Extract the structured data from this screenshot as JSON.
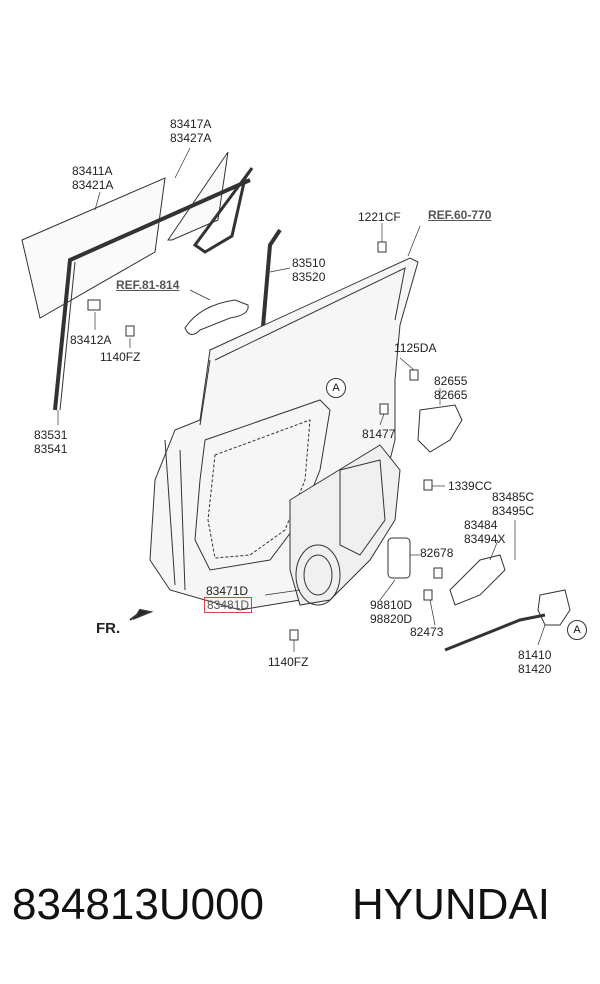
{
  "labels": {
    "p83417a": [
      "83417A",
      "83427A"
    ],
    "p83411a": [
      "83411A",
      "83421A"
    ],
    "p1221cf": [
      "1221CF"
    ],
    "p83510": [
      "83510",
      "83520"
    ],
    "p83412a": [
      "83412A"
    ],
    "p1140fz_top": [
      "1140FZ"
    ],
    "p1125da": [
      "1125DA"
    ],
    "p82655": [
      "82655",
      "82665"
    ],
    "p83531": [
      "83531",
      "83541"
    ],
    "p81477": [
      "81477"
    ],
    "p1339cc": [
      "1339CC"
    ],
    "p83485c": [
      "83485C",
      "83495C"
    ],
    "p83484": [
      "83484",
      "83494X"
    ],
    "p82678": [
      "82678"
    ],
    "p83471d": [
      "83471D"
    ],
    "p98810d": [
      "98810D",
      "98820D"
    ],
    "p82473": [
      "82473"
    ],
    "p81410": [
      "81410",
      "81420"
    ],
    "p1140fz_bottom": [
      "1140FZ"
    ]
  },
  "references": {
    "ref60": "REF.60-770",
    "ref81": "REF.81-814"
  },
  "highlighted_part": "83481D",
  "callout_letter": "A",
  "front_marker": "FR.",
  "footer": {
    "part_number": "834813U000",
    "brand": "HYUNDAI"
  },
  "colors": {
    "highlight_border": "#e04040",
    "line": "#333333"
  }
}
